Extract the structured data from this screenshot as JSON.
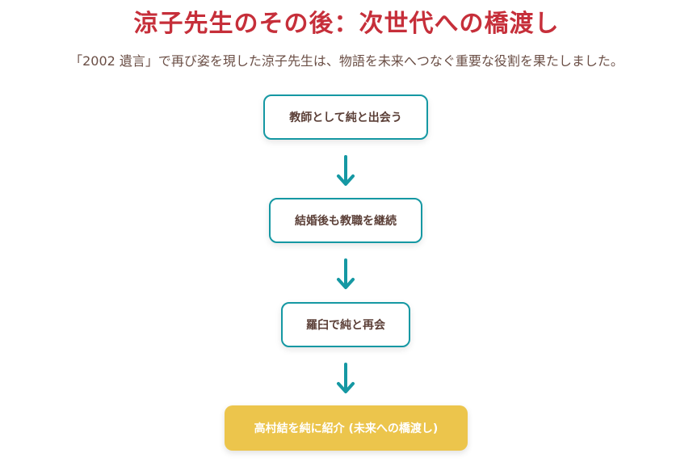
{
  "header": {
    "title": "涼子先生のその後：次世代への橋渡し",
    "subtitle": "「2002 遺言」で再び姿を現した涼子先生は、物語を未来へつなぐ重要な役割を果たしました。"
  },
  "flow": {
    "steps": [
      {
        "label": "教師として純と出会う"
      },
      {
        "label": "結婚後も教職を継続"
      },
      {
        "label": "羅臼で純と再会"
      },
      {
        "label": "高村結を純に紹介 (未来への橋渡し)"
      }
    ],
    "colors": {
      "accent": "#1598a3",
      "title": "#c62f3a",
      "text": "#5b3f37",
      "highlight": "#ecc54c"
    }
  }
}
